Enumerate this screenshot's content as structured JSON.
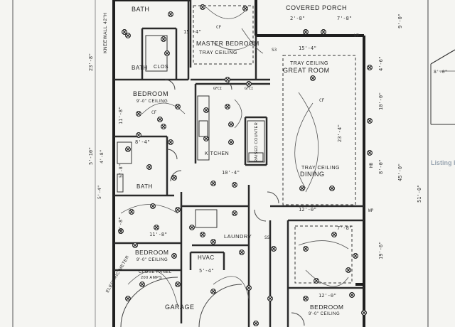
{
  "rooms": {
    "bath_top": "BATH",
    "covered_porch": "COVERED PORCH",
    "master_bedroom": "MASTER BEDROOM",
    "tray_ceiling_master": "TRAY CEILING",
    "clos": "CLOS",
    "bath_left": "BATH",
    "bedroom_left": "BEDROOM",
    "ceiling_left": "9'-0\" CEILING",
    "kitchen": "KITCHEN",
    "raised_counter": "RAISED COUNTER",
    "tray_ceiling_great": "TRAY CEILING",
    "great_room": "GREAT ROOM",
    "tray_ceiling_dining": "TRAY CEILING",
    "dining": "DINING",
    "bath_mid": "BATH",
    "laundry": "LAUNDRY",
    "hvac": "HVAC",
    "bedroom_bl": "BEDROOM",
    "ceiling_bl": "9'-0\" CEILING",
    "close_panel": "CLOSE PANEL",
    "amps": "200 AMPS",
    "electric_meter": "ELECTRIC METER",
    "garage": "GARAGE",
    "bedroom_br": "BEDROOM",
    "ceiling_br": "9'-0\" CEILING",
    "kneewall": "KNEEWALL 42\"H"
  },
  "dimensions": {
    "d1": "23'-8\"",
    "d2": "15'-4\"",
    "d3": "7'-8\"",
    "d4": "2'-8\"",
    "d5": "15'-4\"",
    "d6": "11'-8\"",
    "d7": "8'-4\"",
    "d8": "5'-10\"",
    "d9": "4'-8\"",
    "d10": "10'-4\"",
    "d11": "23'-4\"",
    "d12": "5'-8\"",
    "d13": "12'-0\"",
    "d14": "11'-8\"",
    "d15": "10'-8\"",
    "d16": "7'-8\"",
    "d17": "5'-4\"",
    "d18": "12'-0\"",
    "d19": "10'-0\"",
    "d20": "9'-0\"",
    "d21": "4'-6\"",
    "d22": "5'-4\"",
    "d23": "8'-0\"",
    "d24": "45'-0\"",
    "d25": "19'-6\"",
    "d26": "51'-0\""
  },
  "symbols": {
    "cf": "CF",
    "wp": "WP",
    "gfci": "GFCI",
    "ss": "SS",
    "hb": "HB",
    "s3": "S3"
  },
  "watermark": "Listing by HAR",
  "elevation_dim": "8'-0\""
}
